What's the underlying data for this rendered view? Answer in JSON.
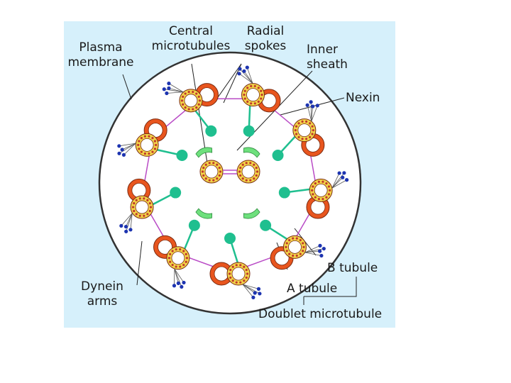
{
  "labels": {
    "plasma_membrane": [
      "Plasma",
      "membrane"
    ],
    "central_microtubules": [
      "Central",
      "microtubules"
    ],
    "radial_spokes": [
      "Radial",
      "spokes"
    ],
    "inner_sheath": [
      "Inner",
      "sheath"
    ],
    "nexin": "Nexin",
    "dynein_arms": [
      "Dynein",
      "arms"
    ],
    "b_tubule": "B tubule",
    "a_tubule": "A tubule",
    "doublet_microtubule": "Doublet microtubule"
  },
  "colors": {
    "background": "#d6f0fb",
    "cell_fill": "#ffffff",
    "membrane": "#333333",
    "a_tubule_fill": "#f2d44a",
    "b_tubule_fill": "#e8551e",
    "tubule_dots": "#c0392b",
    "spoke_head": "#1fbf8f",
    "inner_sheath": "#6ee07d",
    "nexin_link": "#b94bc6",
    "dynein_dot": "#1d34b0"
  },
  "structure": {
    "outer_doublet_count": 9,
    "central_singlet_count": 2
  }
}
